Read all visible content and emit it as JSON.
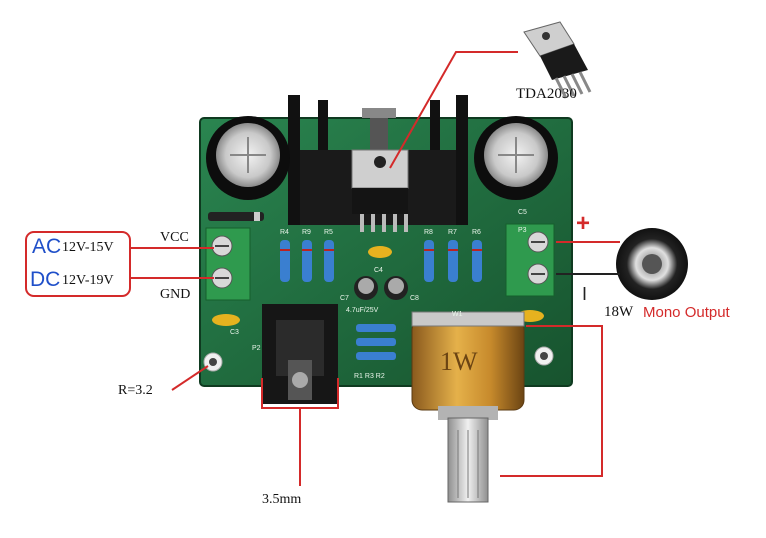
{
  "labels": {
    "ic_name": "TDA2030",
    "vcc": "VCC",
    "gnd": "GND",
    "ac_prefix": "AC",
    "ac_range": "12V-15V",
    "dc_prefix": "DC",
    "dc_range": "12V-19V",
    "plus": "+",
    "minus": "I",
    "power": "18W",
    "output": "Mono Output",
    "resistor": "R=3.2",
    "jack": "3.5mm"
  },
  "silkscreen": {
    "r4": "R4",
    "r5": "R5",
    "r9": "R9",
    "r6": "R6",
    "r7": "R7",
    "r8": "R8",
    "c4": "C4",
    "c5": "C5",
    "c7": "C7",
    "c8": "C8",
    "c3": "C3",
    "p2": "P2",
    "p3": "P3",
    "w1": "W1",
    "cap_spec": "4.7uF/25V",
    "r1r3r2": "R1 R3 R2",
    "pot_marking": "1W"
  },
  "colors": {
    "annotation": "#d42a2a",
    "ac_dc_blue": "#1f4fc9",
    "output_red": "#d42a2a",
    "pcb": "#1f6e3e",
    "terminal": "#2f9a4e"
  }
}
